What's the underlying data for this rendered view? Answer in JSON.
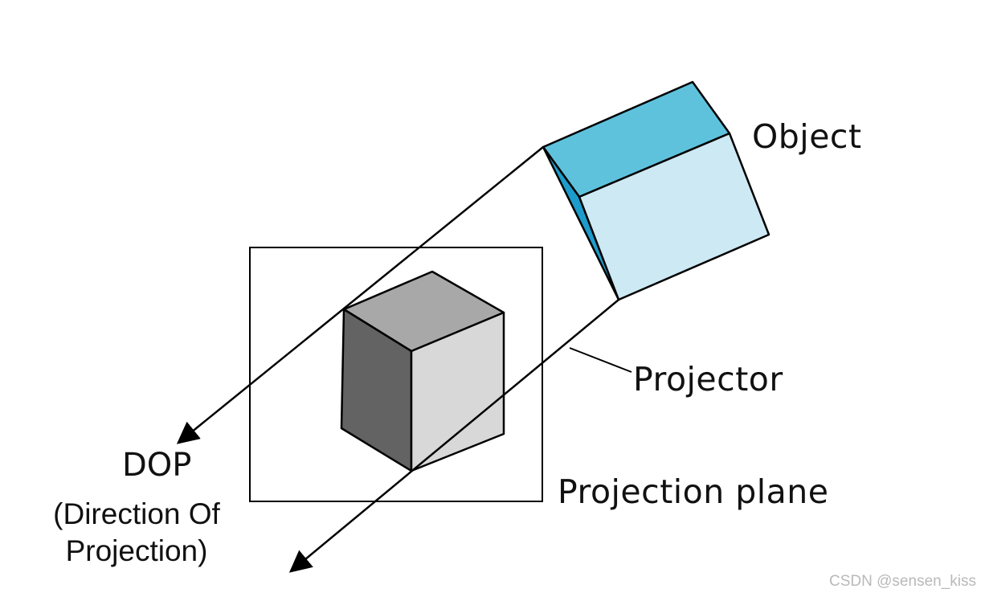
{
  "labels": {
    "object": "Object",
    "projector": "Projector",
    "projection_plane": "Projection plane",
    "dop": "DOP",
    "dop_full_line1": "(Direction Of",
    "dop_full_line2": "Projection)"
  },
  "watermark": "CSDN @sensen_kiss",
  "colors": {
    "object_top": "#5fc2dd",
    "object_front": "#cde9f4",
    "object_side": "#1d9ccb",
    "image_top": "#a8a8a8",
    "image_left": "#636363",
    "image_right": "#d8d8d8",
    "lines": "#000000"
  }
}
